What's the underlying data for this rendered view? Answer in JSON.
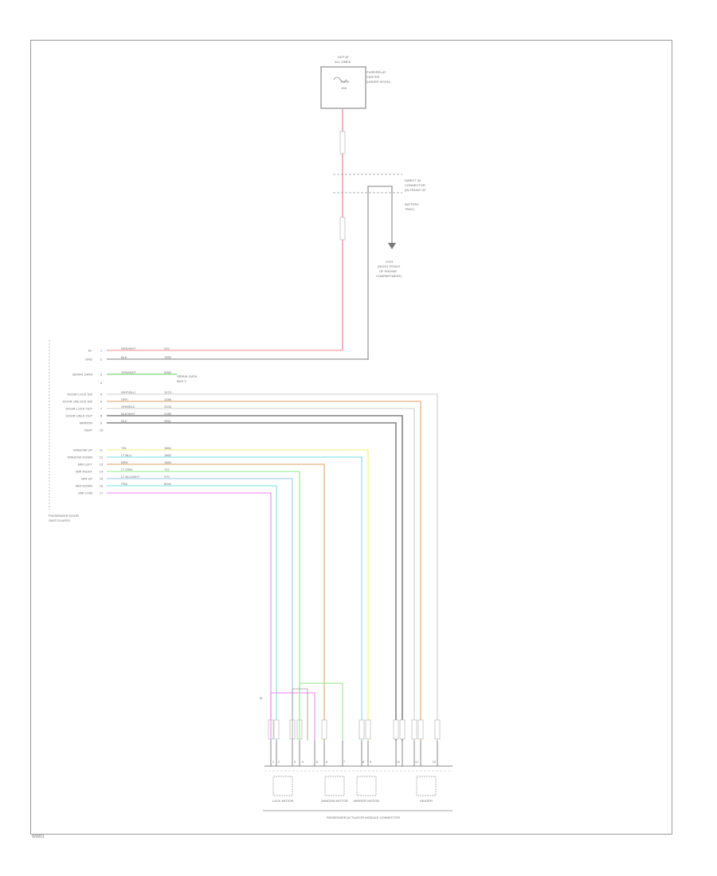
{
  "diagram": {
    "footer_code": "W0001",
    "fuse_block": {
      "title_line1": "HOT AT",
      "title_line2": "ALL TIMES",
      "fuse_label": "FUSE",
      "fuse_value": "10A",
      "side_note_1": "FUSE/RELAY",
      "side_note_2": "CENTER",
      "side_note_3": "(UNDER HOOD)"
    },
    "junction": {
      "note_1": "DIRECT IN",
      "note_2": "CONNECTOR",
      "note_3": "(IN FRONT OF",
      "note_4": "BATTERY",
      "note_5": "TRAY)"
    },
    "ground": {
      "label_1": "G101",
      "label_2": "(RIGHT FRONT",
      "label_3": "OF ENGINE",
      "label_4": "COMPARTMENT)"
    },
    "module": {
      "name_1": "PASSENGER DOOR",
      "name_2": "SWITCH ASSY",
      "side_labels": [
        "B+",
        "GND",
        "SERIAL DATA",
        "",
        "DOOR LOCK SW",
        "DOOR UNLOCK SW",
        "DOOR LOCK OUT",
        "DOOR UNLK OUT",
        "MIRROR",
        "HEAT",
        "WINDOW UP",
        "WINDOW DOWN",
        "MIR LEFT",
        "MIR RIGHT",
        "MIR UP",
        "MIR DOWN",
        "MIR COM"
      ],
      "pins": [
        "1",
        "2",
        "3",
        "4",
        "5",
        "6",
        "7",
        "8",
        "9",
        "10",
        "11",
        "12",
        "13",
        "14",
        "15",
        "16",
        "17"
      ],
      "wire_colors": [
        "RED/WHT",
        "BLK",
        "GRN/WHT",
        "",
        "WHT/BLU",
        "GRY",
        "ORN/BLK",
        "BLK/WHT",
        "BLK",
        "YEL",
        "LT BLU",
        "BRN",
        "LT GRN",
        "LT BLU/WHT",
        "PNK"
      ],
      "circuits": [
        "242",
        "1550",
        "5060",
        "",
        "1073",
        "1286",
        "3108",
        "2085",
        "3551",
        "1864",
        "1862",
        "1884",
        "707",
        "970",
        "6044"
      ],
      "serial_note_1": "SERIAL DATA",
      "serial_note_2": "BUS 2"
    },
    "connector": {
      "name": "PASSENGER ACTUATOR MODULE CONNECTOR",
      "pins": [
        "1",
        "2",
        "3",
        "4",
        "5",
        "6",
        "7",
        "8",
        "9",
        "10",
        "11",
        "12"
      ],
      "components": [
        "LOCK MOTOR",
        "WINDOW MOTOR",
        "MIRROR MOTOR",
        "HEATER"
      ],
      "left_label": "M"
    },
    "colors": {
      "frame": "#9a9a9a",
      "red": "#f4a0a8",
      "gray": "#9a9a9a",
      "green": "#7ed67e",
      "yellow": "#f6f08a",
      "cyan": "#8fe6ec",
      "orange": "#e6b27a",
      "lightgreen": "#a6ec9e",
      "blue": "#a8d4f4",
      "pink": "#f29af2",
      "black": "#6a6a6a",
      "lightgray": "#d6d6d6"
    }
  }
}
